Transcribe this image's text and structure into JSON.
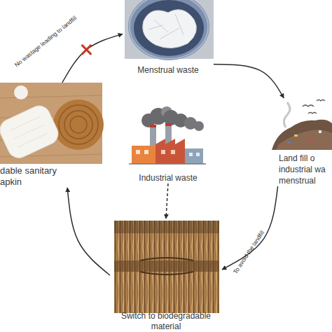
{
  "diagram": {
    "nodes": [
      {
        "text": [
          "Menstrual waste"
        ]
      },
      {
        "text": [
          "dable sanitary apkin"
        ]
      },
      {
        "text": [
          "Industrial waste"
        ]
      },
      {
        "text": [
          "Land fill o industrial wa menstrual"
        ]
      },
      {
        "text": [
          "Switch to biodegradable material"
        ]
      }
    ],
    "edges": [
      {
        "from": 0,
        "to": 3,
        "arrow": "to"
      },
      {
        "from": 3,
        "to": 4,
        "label": "To avoid the landfill",
        "arrow": "to"
      },
      {
        "from": 2,
        "to": 4,
        "arrow": "to"
      },
      {
        "from": 4,
        "to": 1,
        "arrow": "to"
      },
      {
        "from": 1,
        "to": 0,
        "label": "No wastage leading to landfill",
        "arrow": "to"
      }
    ]
  }
}
